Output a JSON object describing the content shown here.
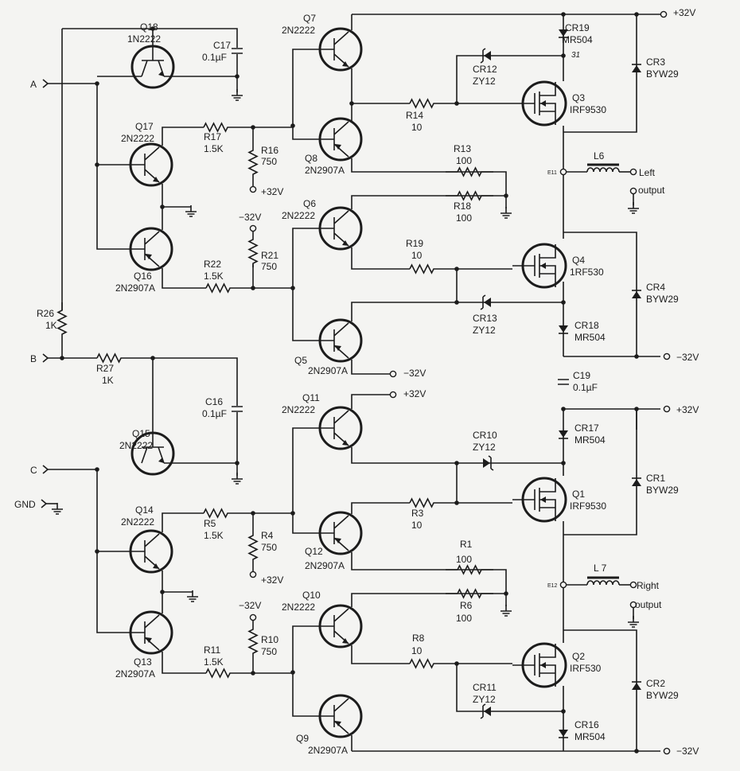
{
  "supplies": {
    "pos": "+32V",
    "neg": "−32V"
  },
  "inputs": {
    "a": "A",
    "b": "B",
    "c": "C",
    "gnd": "GND"
  },
  "outputs": {
    "left": "Left",
    "right": "Right",
    "output": "output",
    "e11": "E11",
    "e12": "E12"
  },
  "annotation": "31",
  "components": {
    "Q18": {
      "ref": "Q18",
      "part": "1N2222"
    },
    "Q15": {
      "ref": "Q15",
      "part": "2N2222"
    },
    "Q17": {
      "ref": "Q17",
      "part": "2N2222"
    },
    "Q16": {
      "ref": "Q16",
      "part": "2N2907A"
    },
    "Q14": {
      "ref": "Q14",
      "part": "2N2222"
    },
    "Q13": {
      "ref": "Q13",
      "part": "2N2907A"
    },
    "Q7": {
      "ref": "Q7",
      "part": "2N2222"
    },
    "Q8": {
      "ref": "Q8",
      "part": "2N2907A"
    },
    "Q6": {
      "ref": "Q6",
      "part": "2N2222"
    },
    "Q5": {
      "ref": "Q5",
      "part": "2N2907A"
    },
    "Q11": {
      "ref": "Q11",
      "part": "2N2222"
    },
    "Q12": {
      "ref": "Q12",
      "part": "2N2907A"
    },
    "Q10": {
      "ref": "Q10",
      "part": "2N2222"
    },
    "Q9": {
      "ref": "Q9",
      "part": "2N2907A"
    },
    "Q3": {
      "ref": "Q3",
      "part": "IRF9530"
    },
    "Q4": {
      "ref": "Q4",
      "part": "1RF530"
    },
    "Q1": {
      "ref": "Q1",
      "part": "IRF9530"
    },
    "Q2": {
      "ref": "Q2",
      "part": "IRF530"
    },
    "C17": {
      "ref": "C17",
      "value": "0.1µF"
    },
    "C16": {
      "ref": "C16",
      "value": "0.1µF"
    },
    "C19": {
      "ref": "C19",
      "value": "0.1µF"
    },
    "R17": {
      "ref": "R17",
      "value": "1.5K"
    },
    "R16": {
      "ref": "R16",
      "value": "750"
    },
    "R21": {
      "ref": "R21",
      "value": "750"
    },
    "R22": {
      "ref": "R22",
      "value": "1.5K"
    },
    "R26": {
      "ref": "R26",
      "value": "1K"
    },
    "R27": {
      "ref": "R27",
      "value": "1K"
    },
    "R5": {
      "ref": "R5",
      "value": "1.5K"
    },
    "R4": {
      "ref": "R4",
      "value": "750"
    },
    "R10": {
      "ref": "R10",
      "value": "750"
    },
    "R11": {
      "ref": "R11",
      "value": "1.5K"
    },
    "R14": {
      "ref": "R14",
      "value": "10"
    },
    "R13": {
      "ref": "R13",
      "value": "100"
    },
    "R18": {
      "ref": "R18",
      "value": "100"
    },
    "R19": {
      "ref": "R19",
      "value": "10"
    },
    "R3": {
      "ref": "R3",
      "value": "10"
    },
    "R1": {
      "ref": "R1",
      "value": "100"
    },
    "R6": {
      "ref": "R6",
      "value": "100"
    },
    "R8": {
      "ref": "R8",
      "value": "10"
    },
    "CR19": {
      "ref": "CR19",
      "part": "MR504"
    },
    "CR18": {
      "ref": "CR18",
      "part": "MR504"
    },
    "CR17": {
      "ref": "CR17",
      "part": "MR504"
    },
    "CR16": {
      "ref": "CR16",
      "part": "MR504"
    },
    "CR12": {
      "ref": "CR12",
      "part": "ZY12"
    },
    "CR13": {
      "ref": "CR13",
      "part": "ZY12"
    },
    "CR10": {
      "ref": "CR10",
      "part": "ZY12"
    },
    "CR11": {
      "ref": "CR11",
      "part": "ZY12"
    },
    "CR3": {
      "ref": "CR3",
      "part": "BYW29"
    },
    "CR4": {
      "ref": "CR4",
      "part": "BYW29"
    },
    "CR1": {
      "ref": "CR1",
      "part": "BYW29"
    },
    "CR2": {
      "ref": "CR2",
      "part": "BYW29"
    },
    "L6": {
      "ref": "L6"
    },
    "L7": {
      "ref": "L 7"
    }
  }
}
